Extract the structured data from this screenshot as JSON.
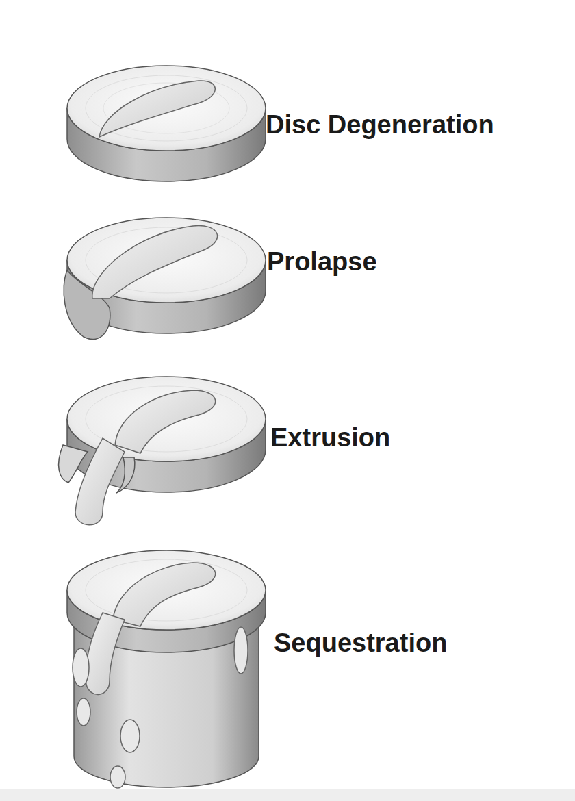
{
  "diagram": {
    "labels": [
      "Disc Degeneration",
      "Prolapse",
      "Extrusion",
      "Sequestration"
    ]
  }
}
